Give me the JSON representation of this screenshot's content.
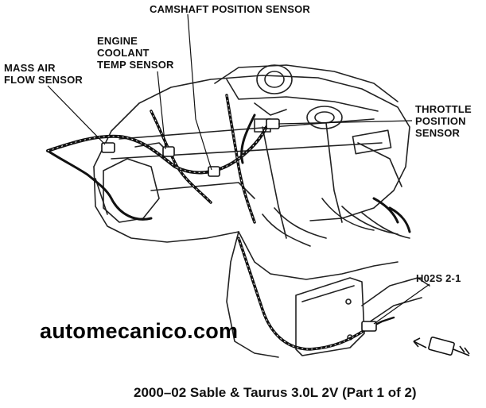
{
  "labels": {
    "camshaft": "CAMSHAFT POSITION SENSOR",
    "coolant": "ENGINE\nCOOLANT\nTEMP SENSOR",
    "maf": "MASS AIR\nFLOW SENSOR",
    "throttle": "THROTTLE\nPOSITION\nSENSOR",
    "h02s": "H02S 2-1"
  },
  "watermark": "automecanico.com",
  "caption": "2000–02 Sable & Taurus 3.0L 2V (Part 1 of 2)"
}
